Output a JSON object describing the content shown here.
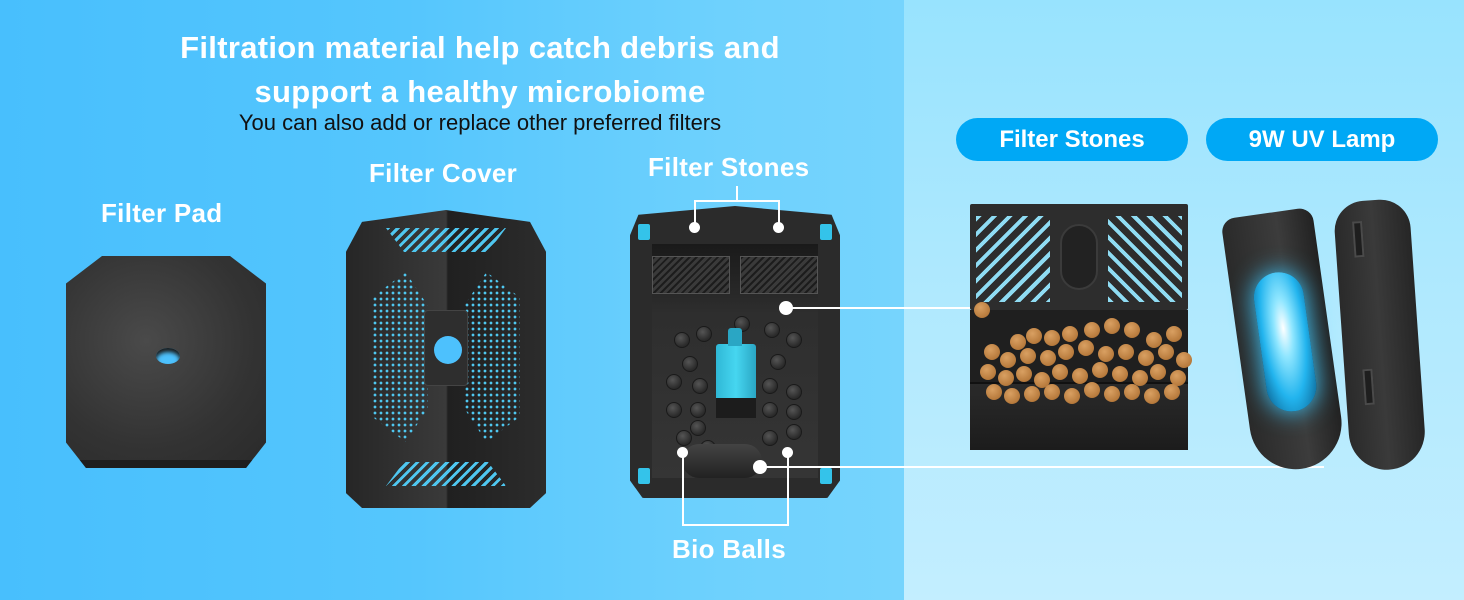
{
  "headline": {
    "line1": "Filtration material help catch debris and",
    "line2": "support a healthy microbiome",
    "subtitle": "You can also add or replace other preferred filters"
  },
  "left_panel": {
    "labels": {
      "filter_pad": "Filter Pad",
      "filter_cover": "Filter Cover",
      "filter_stones": "Filter Stones",
      "bio_balls": "Bio Balls"
    },
    "background_color": "#4dc1fd"
  },
  "right_panel": {
    "pills": [
      {
        "label": "Filter Stones"
      },
      {
        "label": "9W UV Lamp"
      }
    ],
    "background_color": "#b0e9fe",
    "pill_color": "#00a8f5"
  },
  "icons": {
    "filter_pad": "filter-pad-image",
    "filter_cover": "filter-cover-image",
    "filter_box": "filter-box-image",
    "stone_box": "filter-stones-box-image",
    "uv_lamp": "uv-lamp-image"
  },
  "colors": {
    "accent_blue": "#00a8f5",
    "highlight_cyan": "#34c3ea",
    "stone_brown": "#b77a3c",
    "text_white": "#ffffff",
    "text_dark": "#111111"
  }
}
